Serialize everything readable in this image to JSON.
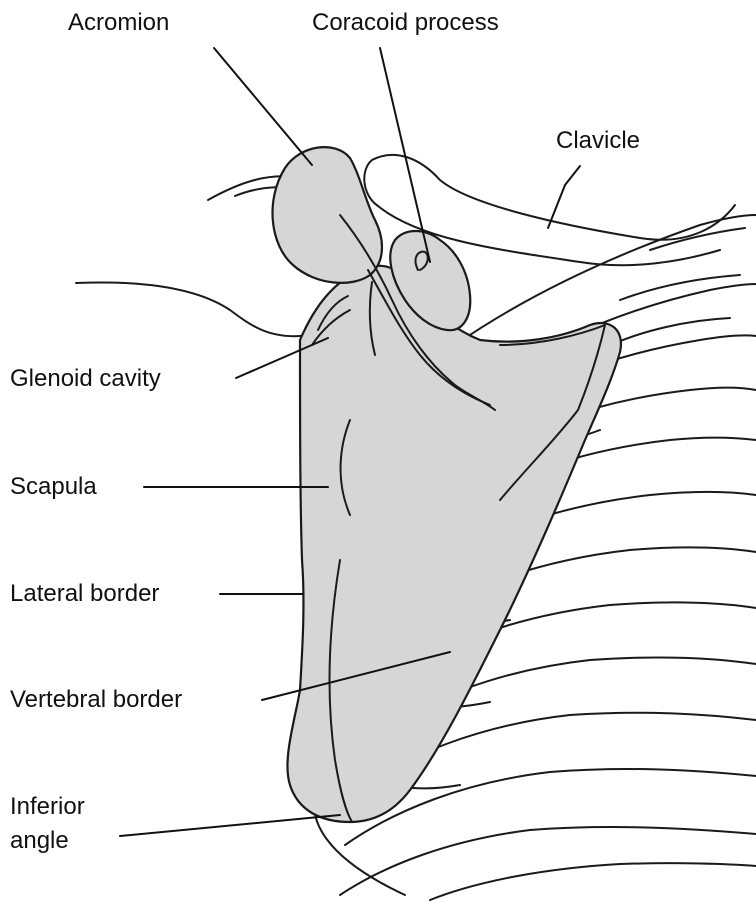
{
  "labels": {
    "acromion": "Acromion",
    "coracoid": "Coracoid process",
    "clavicle": "Clavicle",
    "glenoid": "Glenoid cavity",
    "scapula": "Scapula",
    "lateral": "Lateral border",
    "vertebral": "Vertebral border",
    "inferior_line1": "Inferior",
    "inferior_line2": "angle"
  },
  "colors": {
    "bone_fill": "#d6d6d6",
    "ink": "#1a1a1a",
    "background": "#ffffff"
  }
}
